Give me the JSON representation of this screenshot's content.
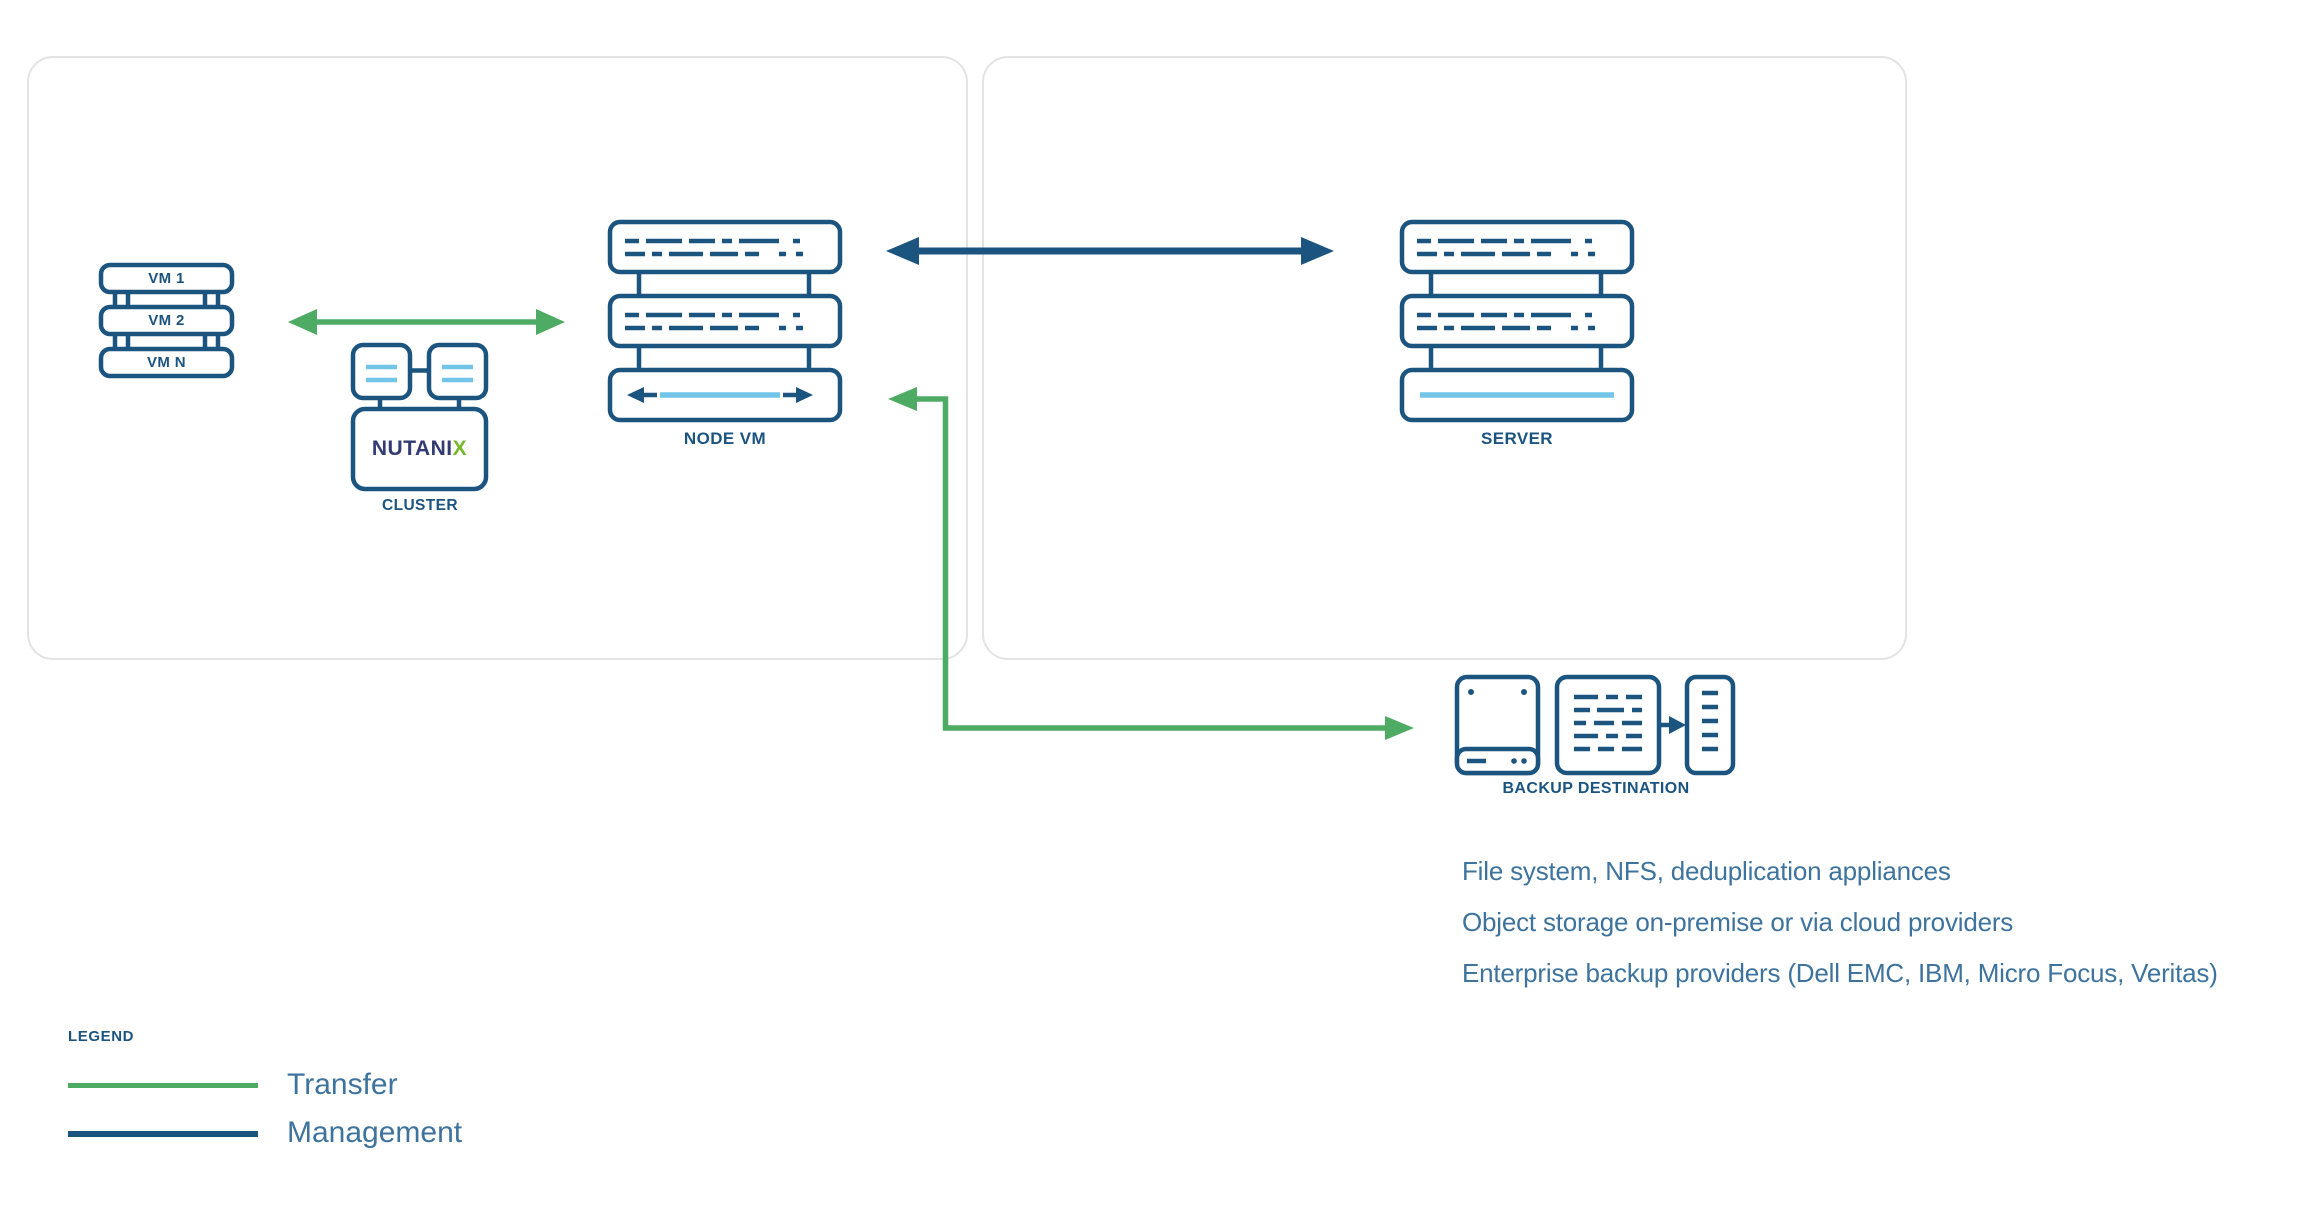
{
  "theme": {
    "navy": "#1C5480",
    "green": "#4DAB63",
    "light_blue": "#72C5E8",
    "steel_text": "#3E739D",
    "panel_border": "#E3E3E3",
    "logo_navy": "#333B72",
    "logo_green": "#76B82A"
  },
  "nodes": {
    "vm_stack": {
      "items": [
        "VM 1",
        "VM 2",
        "VM N"
      ]
    },
    "cluster": {
      "label": "CLUSTER",
      "logo_text": "NUTANI",
      "logo_x": "X"
    },
    "node_vm": {
      "label": "NODE VM"
    },
    "server": {
      "label": "SERVER"
    },
    "backup": {
      "label": "BACKUP DESTINATION"
    }
  },
  "notes": {
    "lines": [
      "File system, NFS, deduplication appliances",
      "Object storage on-premise or via cloud providers",
      "Enterprise backup providers (Dell EMC, IBM, Micro Focus, Veritas)"
    ]
  },
  "legend": {
    "title": "LEGEND",
    "items": [
      {
        "label": "Transfer",
        "color": "#4DAB63"
      },
      {
        "label": "Management",
        "color": "#1C5480"
      }
    ]
  }
}
